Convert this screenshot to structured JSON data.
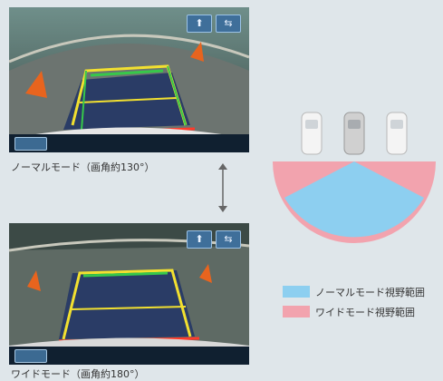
{
  "captions": {
    "normal": "ノーマルモード（画角約130°）",
    "wide": "ワイドモード（画角約180°）"
  },
  "legend": {
    "normal_label": "ノーマルモード視野範囲",
    "wide_label": "ワイドモード視野範囲"
  },
  "colors": {
    "normal": "#8dcff0",
    "wide": "#f2a3ae",
    "guide_yellow": "#f2e030",
    "guide_green": "#37c84a",
    "guide_red": "#ff3a2a",
    "warning_text": "#ff3a2a"
  },
  "icons": {
    "top_button_left": "camera-view-icon",
    "top_button_right": "view-mode-icon",
    "vertical_arrow": "double-arrow-icon"
  }
}
